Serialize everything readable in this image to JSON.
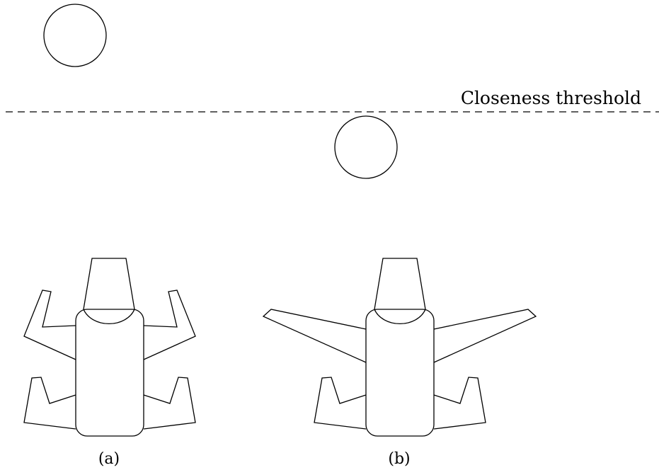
{
  "threshold": {
    "label": "Closeness threshold"
  },
  "panels": [
    {
      "label": "(a)"
    },
    {
      "label": "(b)"
    }
  ],
  "colors": {
    "stroke": "#000000",
    "background": "#ffffff"
  }
}
